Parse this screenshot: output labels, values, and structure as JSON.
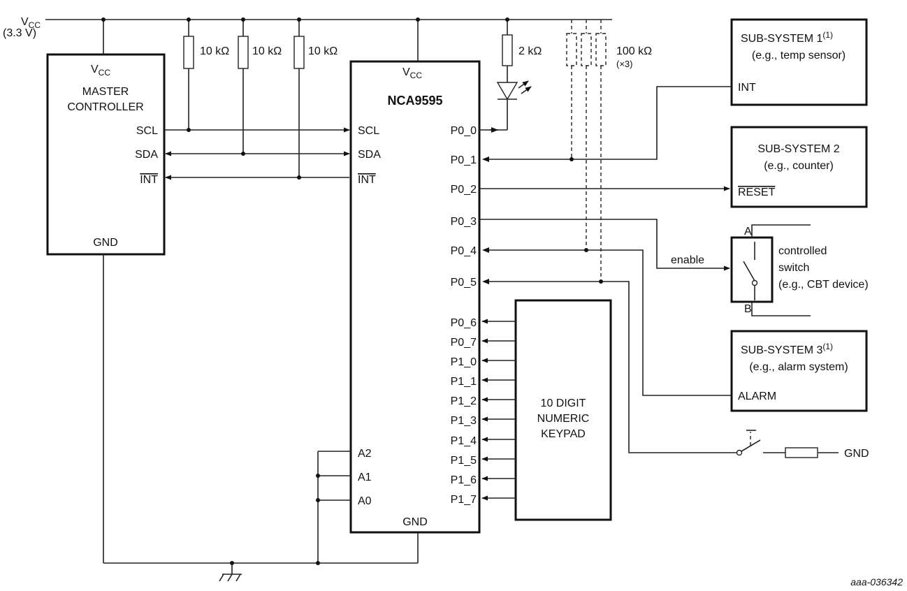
{
  "supply": {
    "vcc": "V",
    "vcc_sub": "CC",
    "voltage": "(3.3 V)"
  },
  "master": {
    "vcc": "V",
    "vcc_sub": "CC",
    "title1": "MASTER",
    "title2": "CONTROLLER",
    "scl": "SCL",
    "sda": "SDA",
    "int": "INT",
    "gnd": "GND"
  },
  "resistors": {
    "r1": "10 kΩ",
    "r2": "10 kΩ",
    "r3": "10 kΩ",
    "led_r": "2 kΩ",
    "pullups": "100 kΩ",
    "pullups_note": "(×3)"
  },
  "ic": {
    "vcc": "V",
    "vcc_sub": "CC",
    "name": "NCA9595",
    "scl": "SCL",
    "sda": "SDA",
    "int": "INT",
    "a2": "A2",
    "a1": "A1",
    "a0": "A0",
    "gnd": "GND",
    "p0_0": "P0_0",
    "p0_1": "P0_1",
    "p0_2": "P0_2",
    "p0_3": "P0_3",
    "p0_4": "P0_4",
    "p0_5": "P0_5",
    "p0_6": "P0_6",
    "p0_7": "P0_7",
    "p1_0": "P1_0",
    "p1_1": "P1_1",
    "p1_2": "P1_2",
    "p1_3": "P1_3",
    "p1_4": "P1_4",
    "p1_5": "P1_5",
    "p1_6": "P1_6",
    "p1_7": "P1_7"
  },
  "sub1": {
    "title": "SUB-SYSTEM 1",
    "sup": "(1)",
    "desc": "(e.g., temp sensor)",
    "pin": "INT"
  },
  "sub2": {
    "title": "SUB-SYSTEM 2",
    "desc": "(e.g., counter)",
    "pin": "RESET"
  },
  "switch": {
    "enable": "enable",
    "a": "A",
    "b": "B",
    "l1": "controlled",
    "l2": "switch",
    "l3": "(e.g., CBT device)"
  },
  "sub3": {
    "title": "SUB-SYSTEM 3",
    "sup": "(1)",
    "desc": "(e.g., alarm system)",
    "pin": "ALARM"
  },
  "keypad": {
    "l1": "10 DIGIT",
    "l2": "NUMERIC",
    "l3": "KEYPAD"
  },
  "pushbutton": {
    "gnd": "GND"
  },
  "figure_id": "aaa-036342"
}
